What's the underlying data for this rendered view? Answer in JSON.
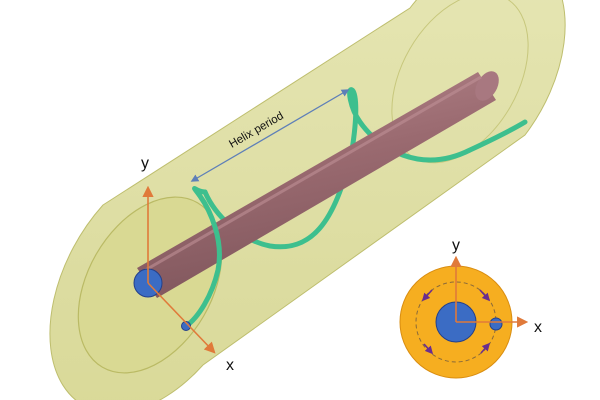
{
  "diagram": {
    "helix_period_label": "Helix period",
    "main_axes": {
      "y_label": "y",
      "x_label": "x"
    },
    "cross_section_axes": {
      "y_label": "y",
      "x_label": "x"
    }
  },
  "colors": {
    "cylinder_fill": "#dcdc9a",
    "cylinder_outline": "#b9b962",
    "rod": "#9a6a70",
    "rod_highlight": "#bf9096",
    "helix": "#3dbf8e",
    "axis": "#e07a3a",
    "core": "#3b6cc4",
    "core_outline": "#24408a",
    "ring": "#f6ae20",
    "ring_outline": "#d98d10",
    "arrow": "#6a2d8f",
    "dimension_line": "#5e7fb8"
  }
}
